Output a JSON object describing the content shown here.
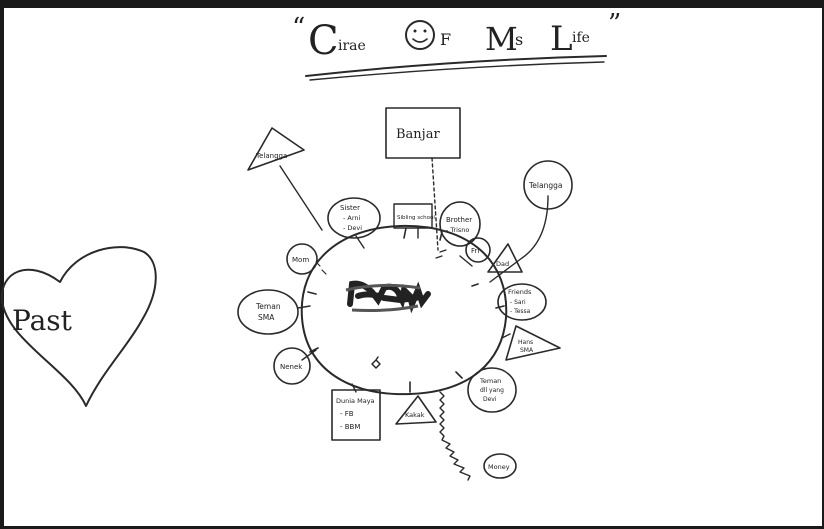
{
  "title": {
    "open_quote": "“",
    "word1_initial": "C",
    "word1_rest": "irae",
    "word2_rest": "F",
    "word3_initial": "M",
    "word3_rest": "s",
    "word4_initial": "L",
    "word4_rest": "ife",
    "close_quote": "”"
  },
  "past_label": "Past",
  "nodes": {
    "banjar": "Banjar",
    "sibling_school": "Sibling school",
    "telaga_left": "Telangga",
    "telaga_right": "Telangga",
    "sister": [
      "Sister",
      "- Arni",
      "- Devi"
    ],
    "brother": [
      "Brother",
      "- Trisno"
    ],
    "fri": "Fri",
    "dad": "Dad",
    "mom": "Mom",
    "friends": [
      "Friends",
      "- Sari",
      "- Tessa"
    ],
    "teman_sma": [
      "Teman",
      "SMA"
    ],
    "hans_sma": [
      "Hans",
      "SMA"
    ],
    "nenek": "Nenek",
    "teman_smp": [
      "Teman",
      "dll yang",
      "Devi"
    ],
    "dunia_maya": [
      "Dunia Maya",
      "- FB",
      "- BBM"
    ],
    "kakak": "Kakak",
    "money": "Money"
  },
  "center_scribble_icon": "center-name-scribble",
  "colors": {
    "ink": "#2a2a2a",
    "paper": "#ffffff",
    "frame": "#1a1a1a"
  }
}
